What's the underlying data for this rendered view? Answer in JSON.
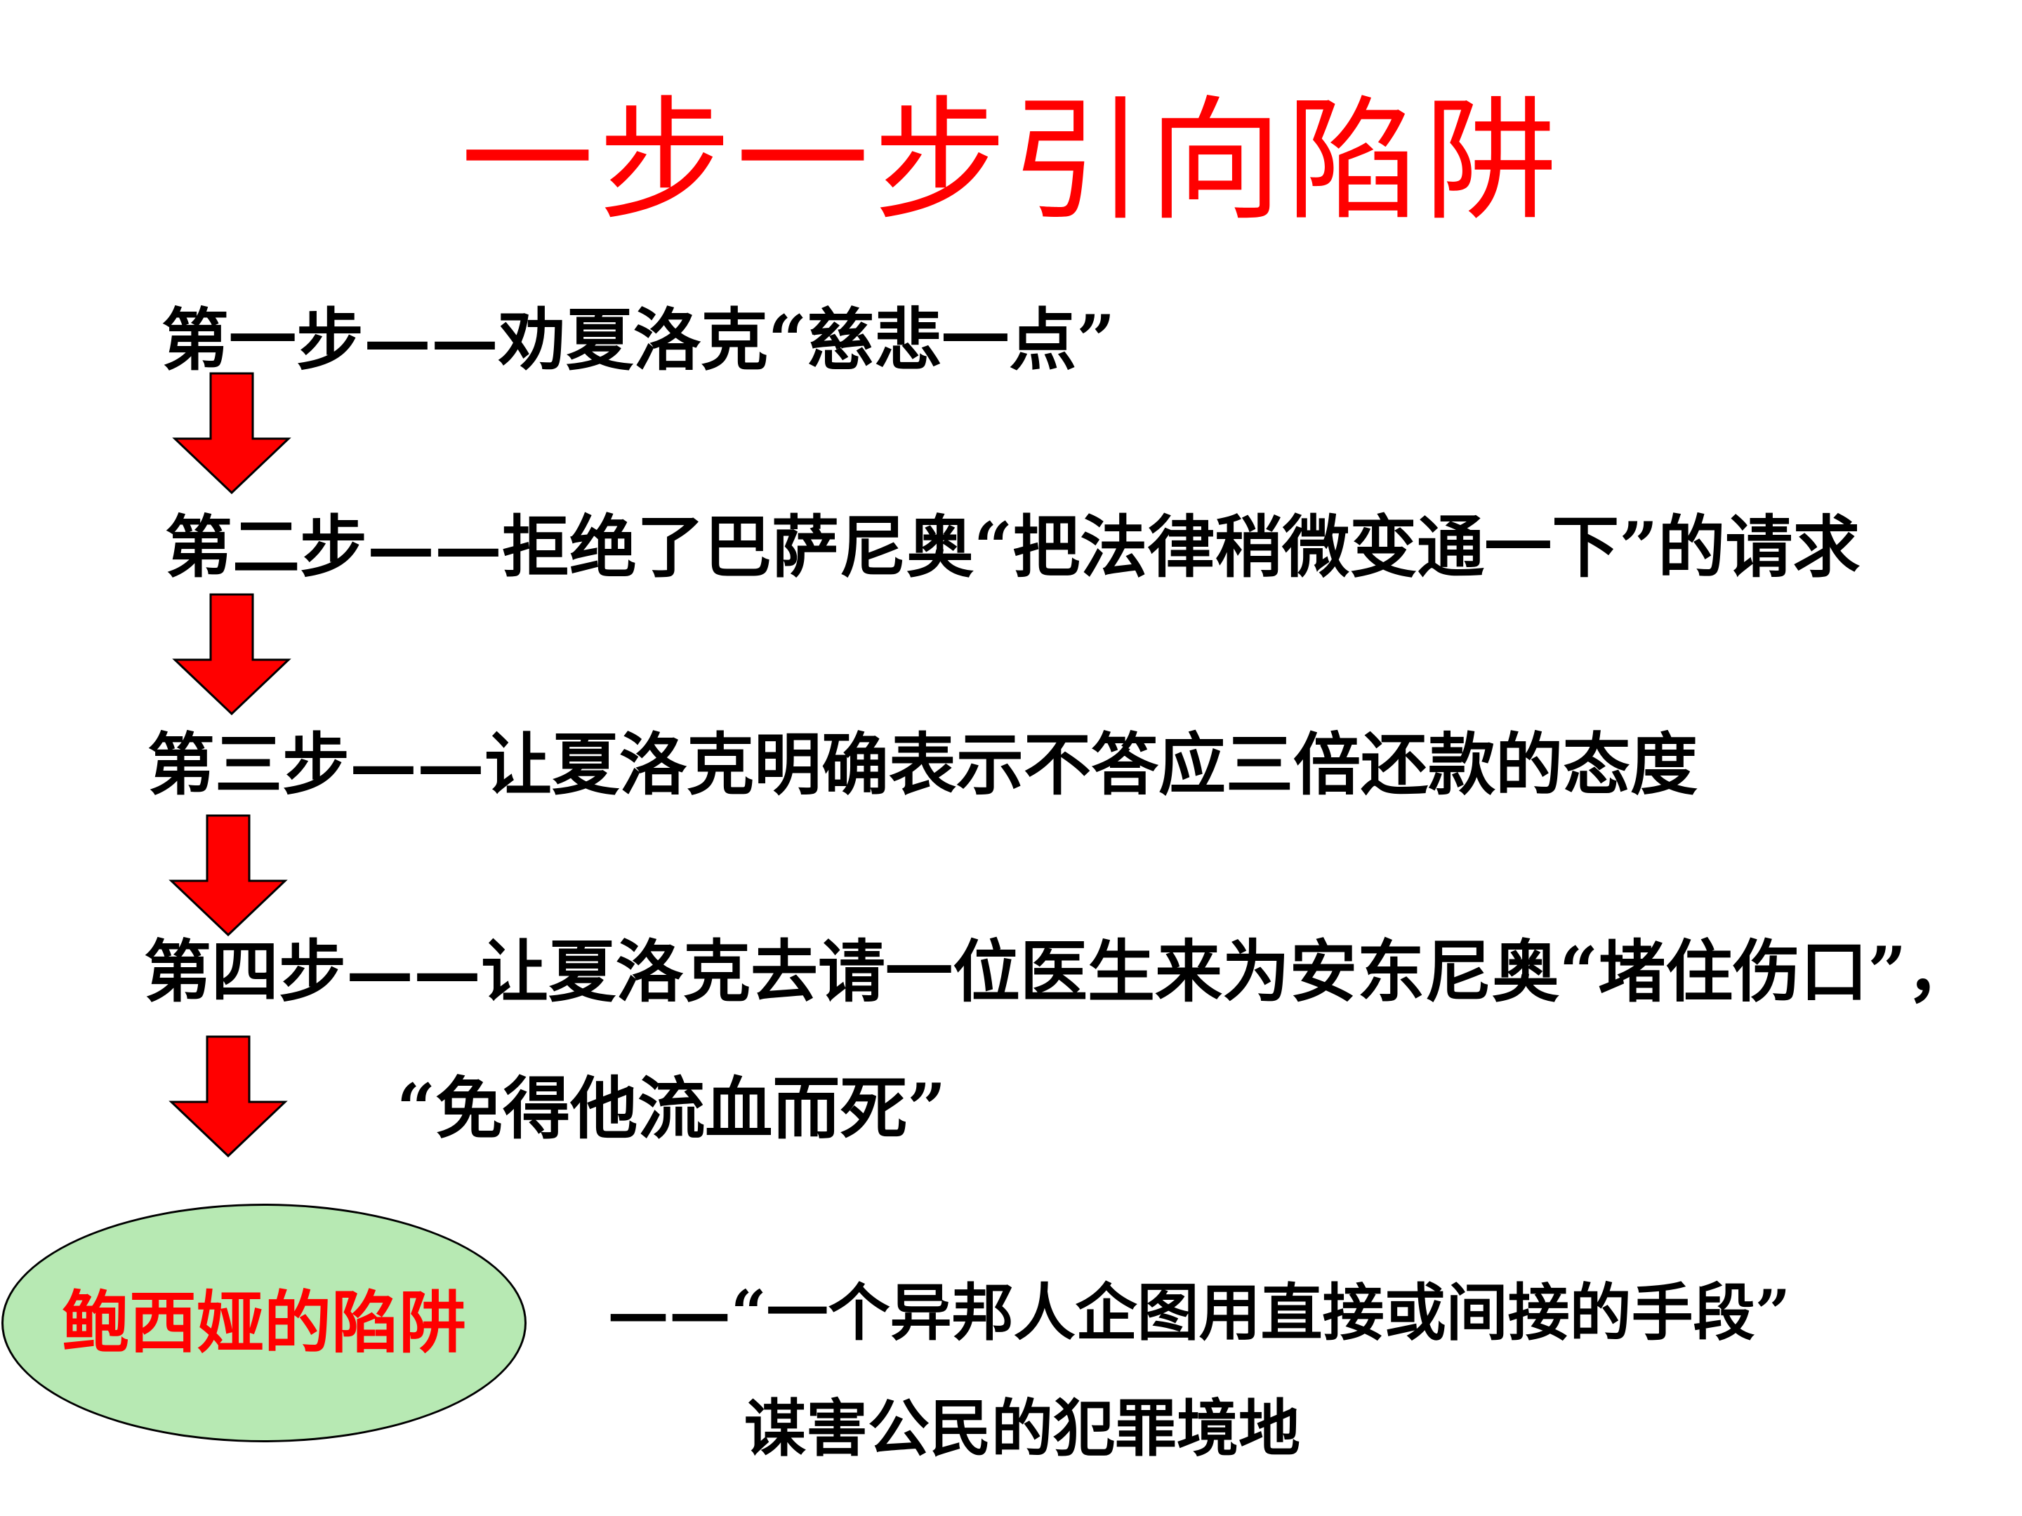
{
  "colors": {
    "title": "#ff0000",
    "arrow_fill": "#ff0000",
    "arrow_stroke": "#000000",
    "oval_fill": "#b7e9b3",
    "trap_label": "#ff0000",
    "text": "#000000"
  },
  "title": "一步一步引向陷阱",
  "steps": [
    "第一步——劝夏洛克“慈悲一点”",
    "第二步——拒绝了巴萨尼奥“把法律稍微变通一下”的请求",
    "第三步——让夏洛克明确表示不答应三倍还款的态度",
    "第四步——让夏洛克去请一位医生来为安东尼奥“堵住伤口”，"
  ],
  "step4_continuation": "“免得他流血而死”",
  "arrows": [
    {
      "icon": "down-arrow-icon"
    },
    {
      "icon": "down-arrow-icon"
    },
    {
      "icon": "down-arrow-icon"
    },
    {
      "icon": "down-arrow-icon"
    }
  ],
  "trap": {
    "label": "鲍西娅的陷阱"
  },
  "conclusion": {
    "line1": "——“一个异邦人企图用直接或间接的手段”",
    "line2": "谋害公民的犯罪境地"
  }
}
